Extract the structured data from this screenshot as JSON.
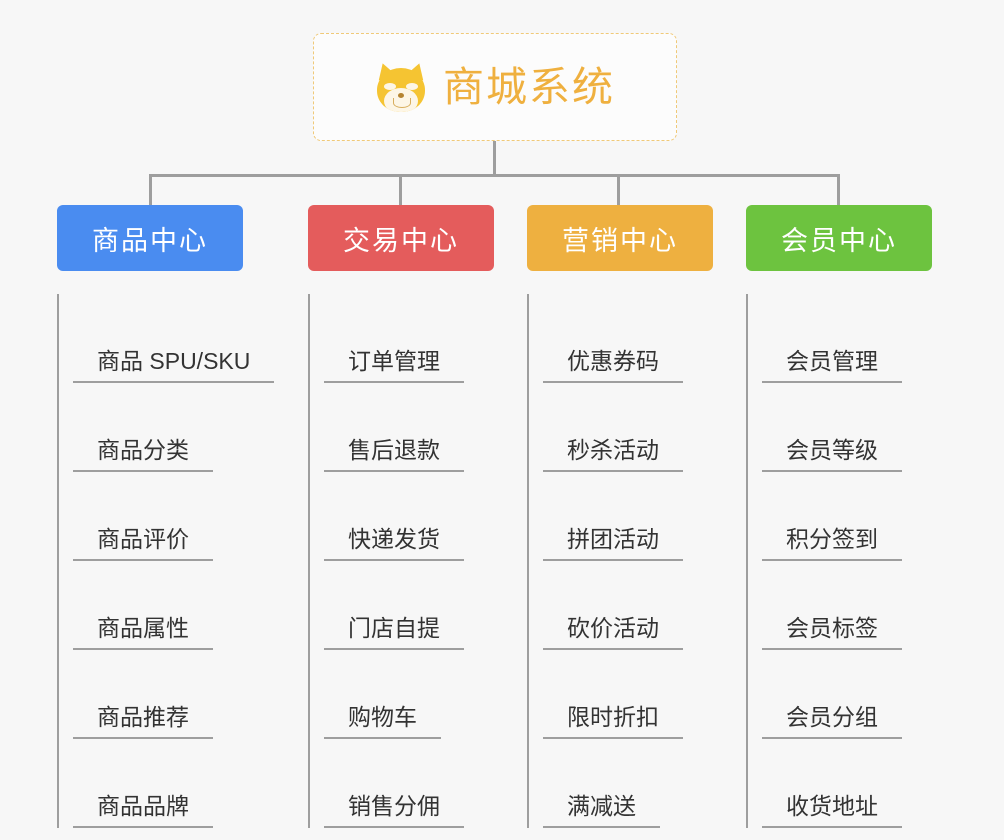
{
  "diagram": {
    "background_color": "#f7f7f7",
    "connector_color": "#9e9e9e",
    "root": {
      "title": "商城系统",
      "icon": "shiba-inu-face-emoji",
      "text_color": "#efb03f",
      "border_color": "#f0c978",
      "fill_color": "#fcfcfc"
    },
    "branches": [
      {
        "label": "商品中心",
        "color": "#4a8cf0",
        "items": [
          "商品 SPU/SKU",
          "商品分类",
          "商品评价",
          "商品属性",
          "商品推荐",
          "商品品牌"
        ]
      },
      {
        "label": "交易中心",
        "color": "#e45c5c",
        "items": [
          "订单管理",
          "售后退款",
          "快递发货",
          "门店自提",
          "购物车",
          "销售分佣"
        ]
      },
      {
        "label": "营销中心",
        "color": "#eeb040",
        "items": [
          "优惠券码",
          "秒杀活动",
          "拼团活动",
          "砍价活动",
          "限时折扣",
          "满减送"
        ]
      },
      {
        "label": "会员中心",
        "color": "#6dc33f",
        "items": [
          "会员管理",
          "会员等级",
          "积分签到",
          "会员标签",
          "会员分组",
          "收货地址"
        ]
      }
    ]
  }
}
